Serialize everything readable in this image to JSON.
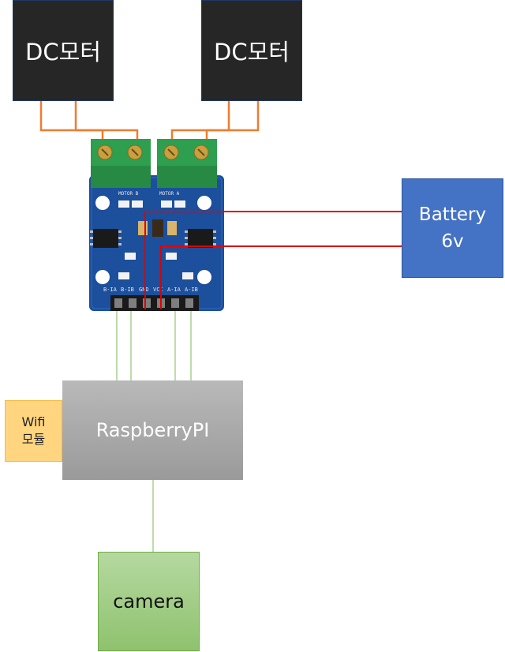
{
  "blocks": {
    "motor_1": "DC모터",
    "motor_2": "DC모터",
    "battery": [
      "Battery",
      "6v"
    ],
    "raspberry_pi": "RaspberryPI",
    "wifi": [
      "Wifi",
      "모듈"
    ],
    "camera": "camera"
  },
  "driver_board": {
    "motor_labels": [
      "MOTOR B",
      "MOTOR A"
    ],
    "pin_labels": [
      "B-IA",
      "B-IB",
      "GND",
      "VCC",
      "A-IA",
      "A-IB"
    ]
  },
  "colors": {
    "motor_fill": "#262626",
    "battery_fill": "#4472c4",
    "raspberry_fill": "#a6a6a6",
    "wifi_fill": "#ffd580",
    "camera_fill": "#a9d18e",
    "motor_wire": "#ed7d31",
    "power_wire": "#e00000",
    "signal_wire": "#a9d18e",
    "board_pcb": "#1c4f9c",
    "terminal_green": "#2e9e4f"
  }
}
